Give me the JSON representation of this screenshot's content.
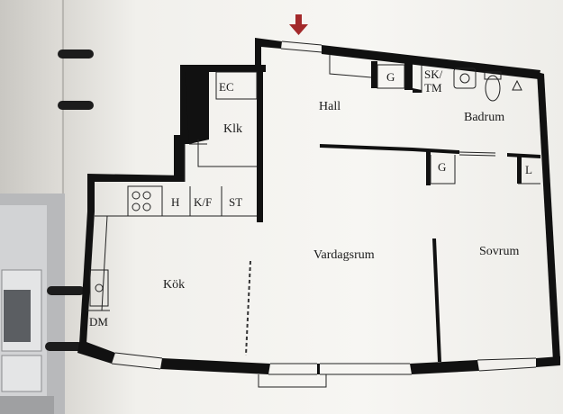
{
  "floorplan": {
    "rooms": {
      "hall": "Hall",
      "badrum": "Badrum",
      "klk": "Klk",
      "kok": "Kök",
      "vardagsrum": "Vardagsrum",
      "sovrum": "Sovrum"
    },
    "fixtures": {
      "ec": "EC",
      "g_hall": "G",
      "sk": "SK/",
      "tm": "TM",
      "g_sovrum": "G",
      "l": "L",
      "h": "H",
      "kf": "K/F",
      "st": "ST",
      "dm": "DM"
    },
    "entrance_arrow_color": "#a3282a"
  }
}
